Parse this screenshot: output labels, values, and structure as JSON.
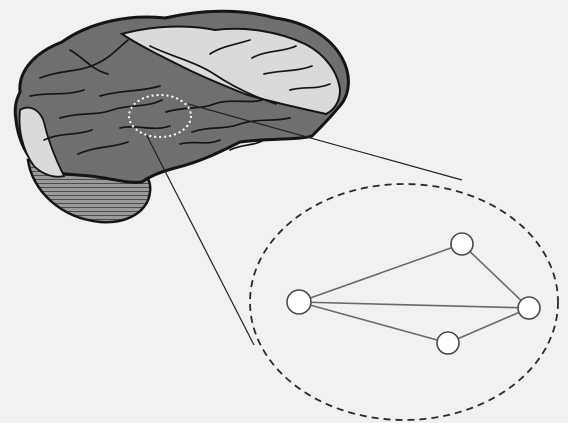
{
  "figure": {
    "colors": {
      "background": "#f1f1f1",
      "brain_outline": "#151515",
      "lobe_dark": "#6f6f6f",
      "lobe_light": "#dadada",
      "cerebellum": "#8a8a8a",
      "edge": "#6a6a6a",
      "node_fill": "#ffffff",
      "node_stroke": "#4a4a4a",
      "dashed_circle": "#2a2a2a",
      "highlight_circle": "#ffffff"
    },
    "network": {
      "nodes": [
        "left",
        "top",
        "right",
        "bottom"
      ],
      "edges": [
        [
          "left",
          "top"
        ],
        [
          "left",
          "right"
        ],
        [
          "left",
          "bottom"
        ],
        [
          "top",
          "right"
        ],
        [
          "bottom",
          "right"
        ]
      ]
    }
  }
}
